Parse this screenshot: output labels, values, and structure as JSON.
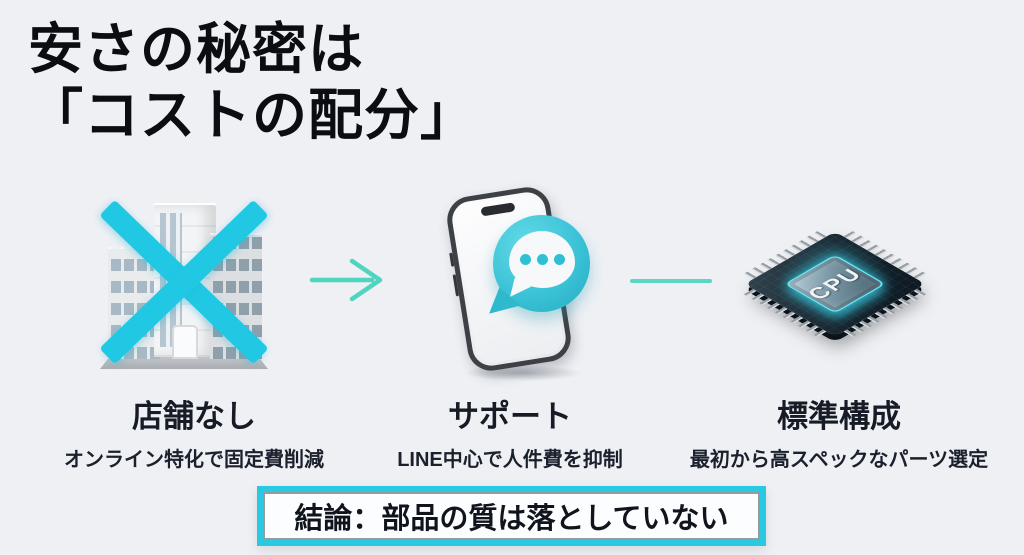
{
  "canvas": {
    "bg_color": "#eef0f4",
    "accent_cyan": "#21c8e4",
    "accent_teal": "#5ad6c2",
    "text_color": "#12161f"
  },
  "title": {
    "line1": "安さの秘密は",
    "line2": "「コストの配分」"
  },
  "steps": [
    {
      "id": "no-store",
      "icon": "building-crossed-icon",
      "heading": "店舗なし",
      "subtitle": "オンライン特化で固定費削減"
    },
    {
      "id": "support",
      "icon": "phone-chat-icon",
      "heading": "サポート",
      "subtitle": "LINE中心で人件費を抑制"
    },
    {
      "id": "standard-config",
      "icon": "cpu-chip-icon",
      "icon_text": "CPU",
      "heading": "標準構成",
      "subtitle": "最初から高スペックなパーツ選定"
    }
  ],
  "connectors": [
    {
      "between": "no-store → support",
      "type": "arrow-right"
    },
    {
      "between": "support → standard-config",
      "type": "line"
    }
  ],
  "conclusion": {
    "text": "結論：部品の質は落としていない"
  }
}
